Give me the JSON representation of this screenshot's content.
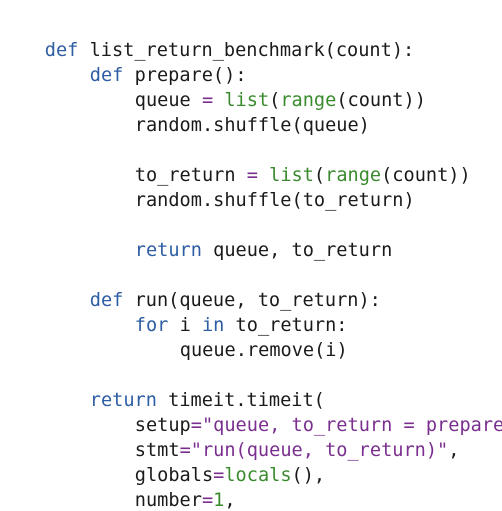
{
  "code_snippet": {
    "lines": {
      "l0_partial": "",
      "l1_kw": "def",
      "l1_text": " list_return_benchmark(count):",
      "l2_kw": "def",
      "l2_text": " prepare():",
      "l3_a": "queue ",
      "l3_op": "=",
      "l3_b": " ",
      "l3_bi1": "list",
      "l3_c": "(",
      "l3_bi2": "range",
      "l3_d": "(count))",
      "l4_text": "random.shuffle(queue)",
      "l6_a": "to_return ",
      "l6_op": "=",
      "l6_b": " ",
      "l6_bi1": "list",
      "l6_c": "(",
      "l6_bi2": "range",
      "l6_d": "(count))",
      "l7_text": "random.shuffle(to_return)",
      "l9_kw": "return",
      "l9_text": " queue, to_return",
      "l11_kw": "def",
      "l11_text": " run(queue, to_return):",
      "l12_kw1": "for",
      "l12_a": " i ",
      "l12_kw2": "in",
      "l12_b": " to_return:",
      "l13_text": "queue.remove(i)",
      "l15_kw": "return",
      "l15_text": " timeit.timeit(",
      "l16_a": "setup",
      "l16_op": "=",
      "l16_str": "\"queue, to_return = prepare()\"",
      "l16_b": ",",
      "l17_a": "stmt",
      "l17_op": "=",
      "l17_str": "\"run(queue, to_return)\"",
      "l17_b": ",",
      "l18_a": "globals",
      "l18_op": "=",
      "l18_bi": "locals",
      "l18_b": "(),",
      "l19_a": "number",
      "l19_op": "=",
      "l19_num": "1",
      "l19_b": ",",
      "l20_text": ")"
    }
  }
}
